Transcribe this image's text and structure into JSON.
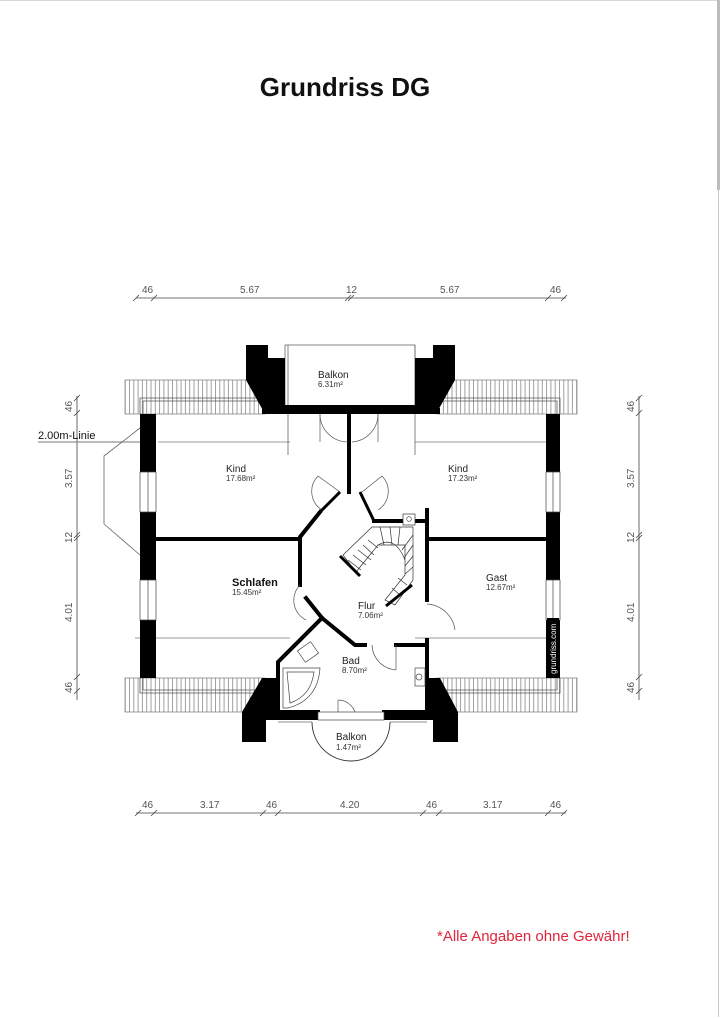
{
  "title": "Grundriss DG",
  "disclaimer": "*Alle Angaben ohne Gewähr!",
  "watermark": "grundriss.com",
  "line_label": "2.00m-Linie",
  "dimensions": {
    "top": [
      "46",
      "5.67",
      "12",
      "5.67",
      "46"
    ],
    "bottom": [
      "46",
      "3.17",
      "46",
      "4.20",
      "46",
      "3.17",
      "46"
    ],
    "left": [
      "46",
      "3.57",
      "12",
      "4.01",
      "46"
    ],
    "right": [
      "46",
      "3.57",
      "12",
      "4.01",
      "46"
    ]
  },
  "rooms": {
    "balkon_top": {
      "name": "Balkon",
      "area": "6.31m²"
    },
    "kind_left": {
      "name": "Kind",
      "area": "17.68m²"
    },
    "kind_right": {
      "name": "Kind",
      "area": "17.23m²"
    },
    "schlafen": {
      "name": "Schlafen",
      "area": "15.45m²"
    },
    "gast": {
      "name": "Gast",
      "area": "12.67m²"
    },
    "flur": {
      "name": "Flur",
      "area": "7.06m²"
    },
    "bad": {
      "name": "Bad",
      "area": "8.70m²"
    },
    "balkon_bottom": {
      "name": "Balkon",
      "area": "1.47m²"
    }
  },
  "colors": {
    "wall": "#000000",
    "line": "#555555",
    "disclaimer": "#e0243a"
  }
}
